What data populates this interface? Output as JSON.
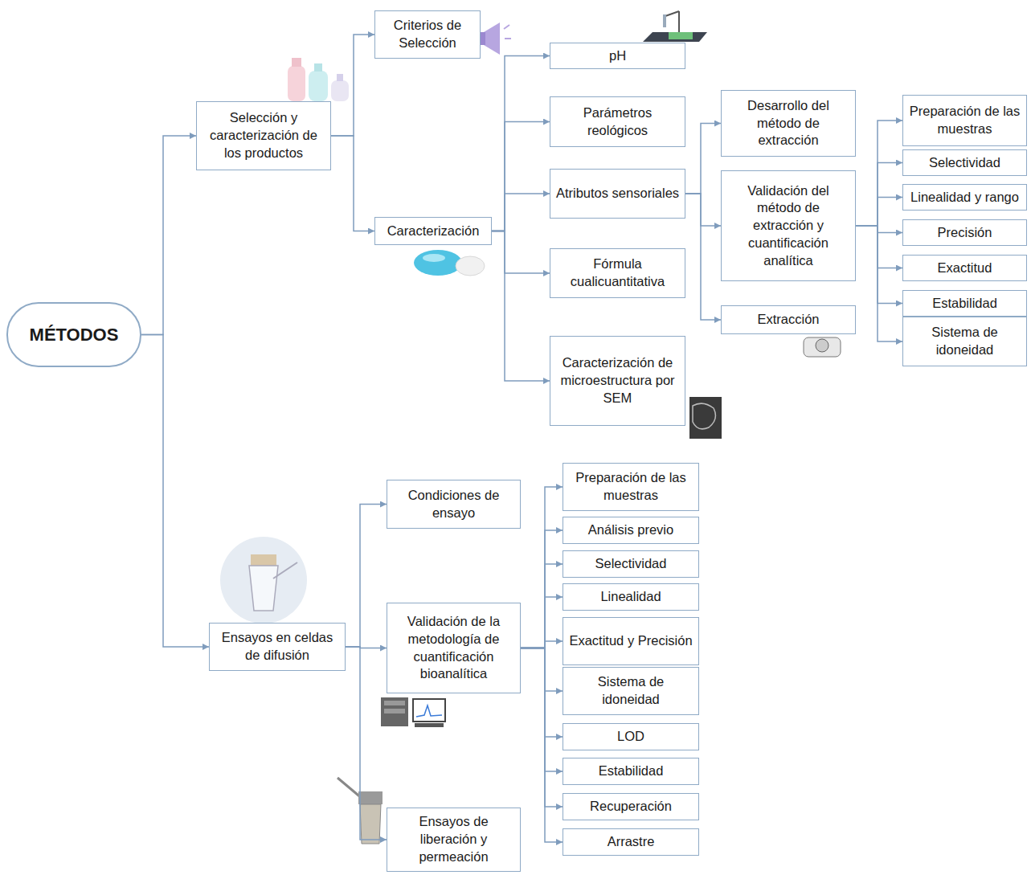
{
  "diagram": {
    "nodes": [
      {
        "text": [
          "MÉTODOS"
        ]
      },
      {
        "text": [
          "Selección y caracterización de los productos"
        ]
      },
      {
        "text": [
          "Criterios de Selección"
        ]
      },
      {
        "text": [
          "Caracterización"
        ]
      },
      {
        "text": [
          "pH"
        ]
      },
      {
        "text": [
          "Parámetros reológicos"
        ]
      },
      {
        "text": [
          "Atributos sensoriales"
        ]
      },
      {
        "text": [
          "Fórmula cualicuantitativa"
        ]
      },
      {
        "text": [
          "Caracterización de microestructura por SEM"
        ]
      },
      {
        "text": [
          "Desarrollo del método de extracción"
        ]
      },
      {
        "text": [
          "Validación del método de extracción y cuantificación analítica"
        ]
      },
      {
        "text": [
          "Extracción"
        ]
      },
      {
        "text": [
          "Preparación de las muestras"
        ]
      },
      {
        "text": [
          "Selectividad"
        ]
      },
      {
        "text": [
          "Linealidad y rango"
        ]
      },
      {
        "text": [
          "Precisión"
        ]
      },
      {
        "text": [
          "Exactitud"
        ]
      },
      {
        "text": [
          "Estabilidad"
        ]
      },
      {
        "text": [
          "Sistema de idoneidad"
        ]
      },
      {
        "text": [
          "Ensayos en celdas de difusión"
        ]
      },
      {
        "text": [
          "Condiciones de ensayo"
        ]
      },
      {
        "text": [
          "Validación de la metodología de cuantificación bioanalítica"
        ]
      },
      {
        "text": [
          "Ensayos de liberación y permeación"
        ]
      },
      {
        "text": [
          "Preparación de las muestras"
        ]
      },
      {
        "text": [
          "Análisis previo"
        ]
      },
      {
        "text": [
          "Selectividad"
        ]
      },
      {
        "text": [
          "Linealidad"
        ]
      },
      {
        "text": [
          "Exactitud y Precisión"
        ]
      },
      {
        "text": [
          "Sistema de idoneidad"
        ]
      },
      {
        "text": [
          "LOD"
        ]
      },
      {
        "text": [
          "Estabilidad"
        ]
      },
      {
        "text": [
          "Recuperación"
        ]
      },
      {
        "text": [
          "Arrastre"
        ]
      }
    ],
    "edges": [
      {
        "from": 0,
        "to": 1,
        "arrow": "to"
      },
      {
        "from": 0,
        "to": 19,
        "arrow": "to"
      },
      {
        "from": 1,
        "to": 2,
        "arrow": "to"
      },
      {
        "from": 1,
        "to": 3,
        "arrow": "to"
      },
      {
        "from": 3,
        "to": 4,
        "arrow": "to"
      },
      {
        "from": 3,
        "to": 5,
        "arrow": "to"
      },
      {
        "from": 3,
        "to": 6,
        "arrow": "to"
      },
      {
        "from": 3,
        "to": 7,
        "arrow": "to"
      },
      {
        "from": 3,
        "to": 8,
        "arrow": "to"
      },
      {
        "from": 6,
        "to": 9,
        "arrow": "to"
      },
      {
        "from": 6,
        "to": 10,
        "arrow": "to"
      },
      {
        "from": 6,
        "to": 11,
        "arrow": "to"
      },
      {
        "from": 10,
        "to": 12,
        "arrow": "to"
      },
      {
        "from": 10,
        "to": 13,
        "arrow": "to"
      },
      {
        "from": 10,
        "to": 14,
        "arrow": "to"
      },
      {
        "from": 10,
        "to": 15,
        "arrow": "to"
      },
      {
        "from": 10,
        "to": 16,
        "arrow": "to"
      },
      {
        "from": 10,
        "to": 17,
        "arrow": "to"
      },
      {
        "from": 10,
        "to": 18,
        "arrow": "to"
      },
      {
        "from": 19,
        "to": 20,
        "arrow": "to"
      },
      {
        "from": 19,
        "to": 21,
        "arrow": "to"
      },
      {
        "from": 19,
        "to": 22,
        "arrow": "to"
      },
      {
        "from": 21,
        "to": 23,
        "arrow": "to"
      },
      {
        "from": 21,
        "to": 24,
        "arrow": "to"
      },
      {
        "from": 21,
        "to": 25,
        "arrow": "to"
      },
      {
        "from": 21,
        "to": 26,
        "arrow": "to"
      },
      {
        "from": 21,
        "to": 27,
        "arrow": "to"
      },
      {
        "from": 21,
        "to": 28,
        "arrow": "to"
      },
      {
        "from": 21,
        "to": 29,
        "arrow": "to"
      },
      {
        "from": 21,
        "to": 30,
        "arrow": "to"
      },
      {
        "from": 21,
        "to": 31,
        "arrow": "to"
      },
      {
        "from": 21,
        "to": 32,
        "arrow": "to"
      }
    ]
  }
}
